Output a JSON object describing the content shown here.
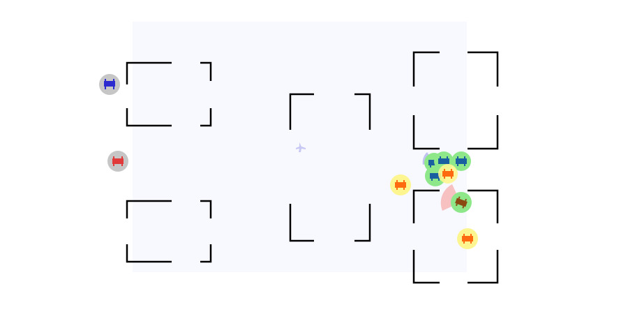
{
  "colors": {
    "background": "#ffffff",
    "arena": "#f8f8ff",
    "wall": "#000000",
    "token_gray": "#c6c6c6",
    "token_green": "#8ee88a",
    "token_yellow": "#fdf58f",
    "team_blue": "#2b2bd0",
    "team_red": "#e03a3a",
    "team_teal": "#1a5fa0",
    "team_orange": "#ff6a10",
    "team_brown": "#8a4a12",
    "cone_blue": "#b8b8f0",
    "cone_red": "#f7b6b6",
    "marker": "#c8c8f4"
  },
  "units": [
    {
      "id": "unit-blue-offboard",
      "halo": "gray",
      "team": "blue"
    },
    {
      "id": "unit-red-offboard",
      "halo": "gray",
      "team": "red"
    },
    {
      "id": "unit-teal-1",
      "halo": "green",
      "team": "teal"
    },
    {
      "id": "unit-teal-2",
      "halo": "green",
      "team": "teal"
    },
    {
      "id": "unit-teal-3",
      "halo": "green",
      "team": "teal"
    },
    {
      "id": "unit-teal-4",
      "halo": "green",
      "team": "teal"
    },
    {
      "id": "unit-orange-1",
      "halo": "yellow",
      "team": "orange"
    },
    {
      "id": "unit-orange-2",
      "halo": "yellow",
      "team": "orange"
    },
    {
      "id": "unit-orange-3",
      "halo": "yellow",
      "team": "orange"
    },
    {
      "id": "unit-brown-1",
      "halo": "green",
      "team": "brown"
    }
  ],
  "icons": {
    "unit": "robot-icon",
    "marker": "plane-icon"
  }
}
